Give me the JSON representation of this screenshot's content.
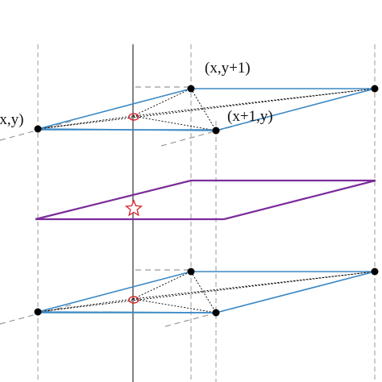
{
  "labels": {
    "point_xy": "(x,y)",
    "point_xy1": "(x,y+1)",
    "point_x1y": "(x+1,y)"
  },
  "colors": {
    "grid_edge": "#3b88c4",
    "interp_plane": "#7b2d9a",
    "marker": "#d8232a",
    "node": "#000000",
    "guide": "#9a9a9a",
    "axis": "#333333"
  },
  "marker_icons": {
    "center": "ellipse-icon",
    "interpolated": "star-icon"
  }
}
